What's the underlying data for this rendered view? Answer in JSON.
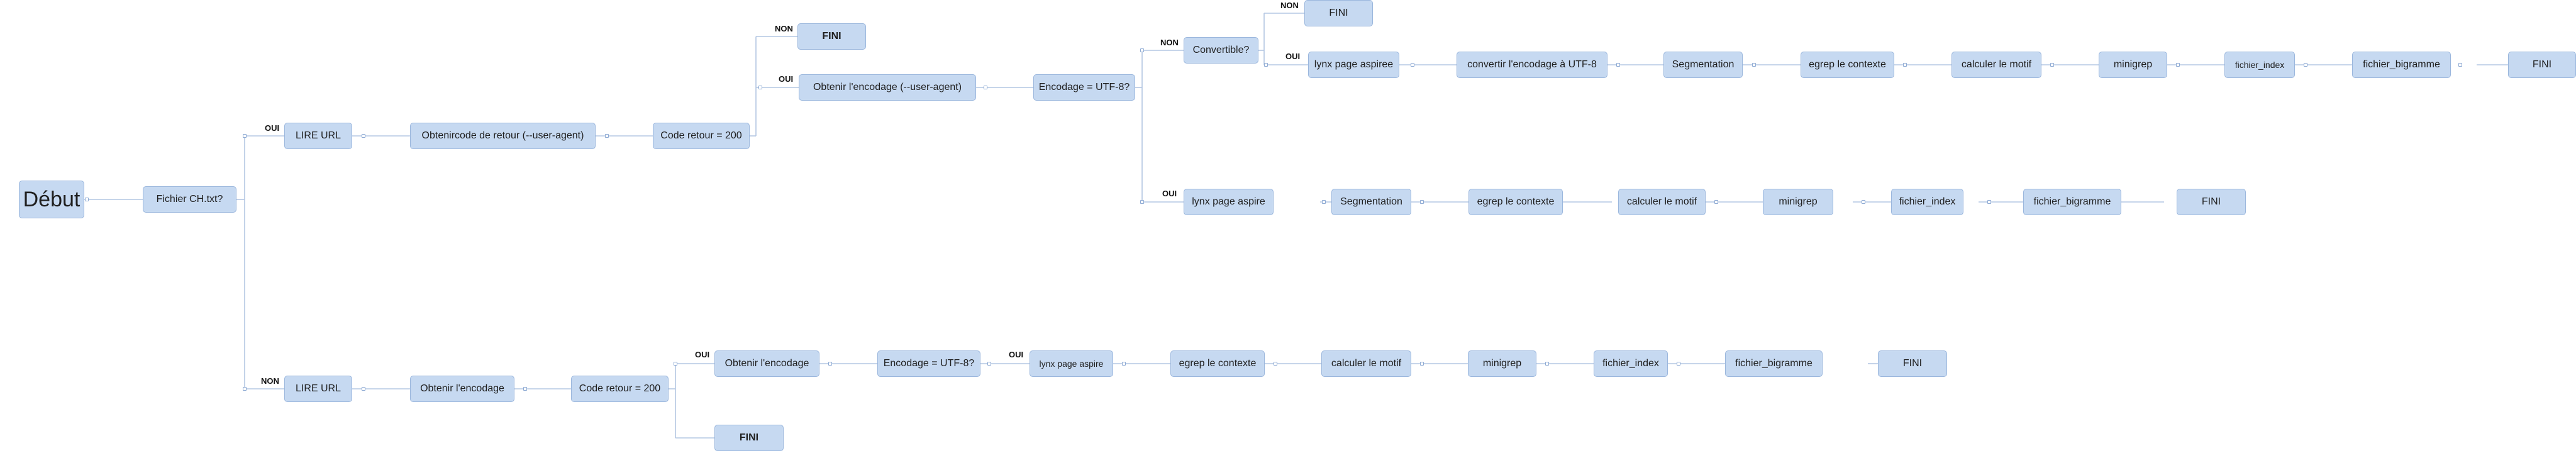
{
  "nodes": {
    "debut": "Début",
    "fichier": "Fichier CH.txt?",
    "lire_url_oui": "LIRE URL",
    "obtenir_code_retour": "Obtenircode de retour (--user-agent)",
    "code_retour_1": "Code retour = 200",
    "fini_top": "FINI",
    "obtenir_encodage_ua": "Obtenir l'encodage (--user-agent)",
    "encodage_utf8_1": "Encodage = UTF-8?",
    "convertible": "Convertible?",
    "fini_conv_non": "FINI",
    "lynx_aspiree": "lynx page aspiree",
    "convertir_utf8": "convertir l'encodage à UTF-8",
    "segmentation_1": "Segmentation",
    "egrep_1": "egrep le contexte",
    "calculer_1": "calculer le motif",
    "minigrep_1": "minigrep",
    "index_1": "fichier_index",
    "bigramme_1": "fichier_bigramme",
    "fini_1": "FINI",
    "lynx_aspire_2": "lynx page aspire",
    "segmentation_2": "Segmentation",
    "egrep_2": "egrep le contexte",
    "calculer_2": "calculer le motif",
    "minigrep_2": "minigrep",
    "index_2": "fichier_index",
    "bigramme_2": "fichier_bigramme",
    "fini_2": "FINI",
    "lire_url_non": "LIRE URL",
    "obtenir_encodage": "Obtenir l'encodage",
    "code_retour_2": "Code retour = 200",
    "obtenir_encodage_2": "Obtenir l'encodage",
    "encodage_utf8_2": "Encodage = UTF-8?",
    "lynx_aspire_3": "lynx page aspire",
    "egrep_3": "egrep le contexte",
    "calculer_3": "calculer le motif",
    "minigrep_3": "minigrep",
    "index_3": "fichier_index",
    "bigramme_3": "fichier_bigramme",
    "fini_3": "FINI",
    "fini_bottom": "FINI"
  },
  "labels": {
    "oui_lire": "OUI",
    "non_lire": "NON",
    "non_top": "NON",
    "oui_top": "OUI",
    "non_conv": "NON",
    "non_fini_conv": "NON",
    "oui_conv": "OUI",
    "oui_lynx2": "OUI",
    "oui_enc2": "OUI",
    "oui_lynx3": "OUI"
  }
}
